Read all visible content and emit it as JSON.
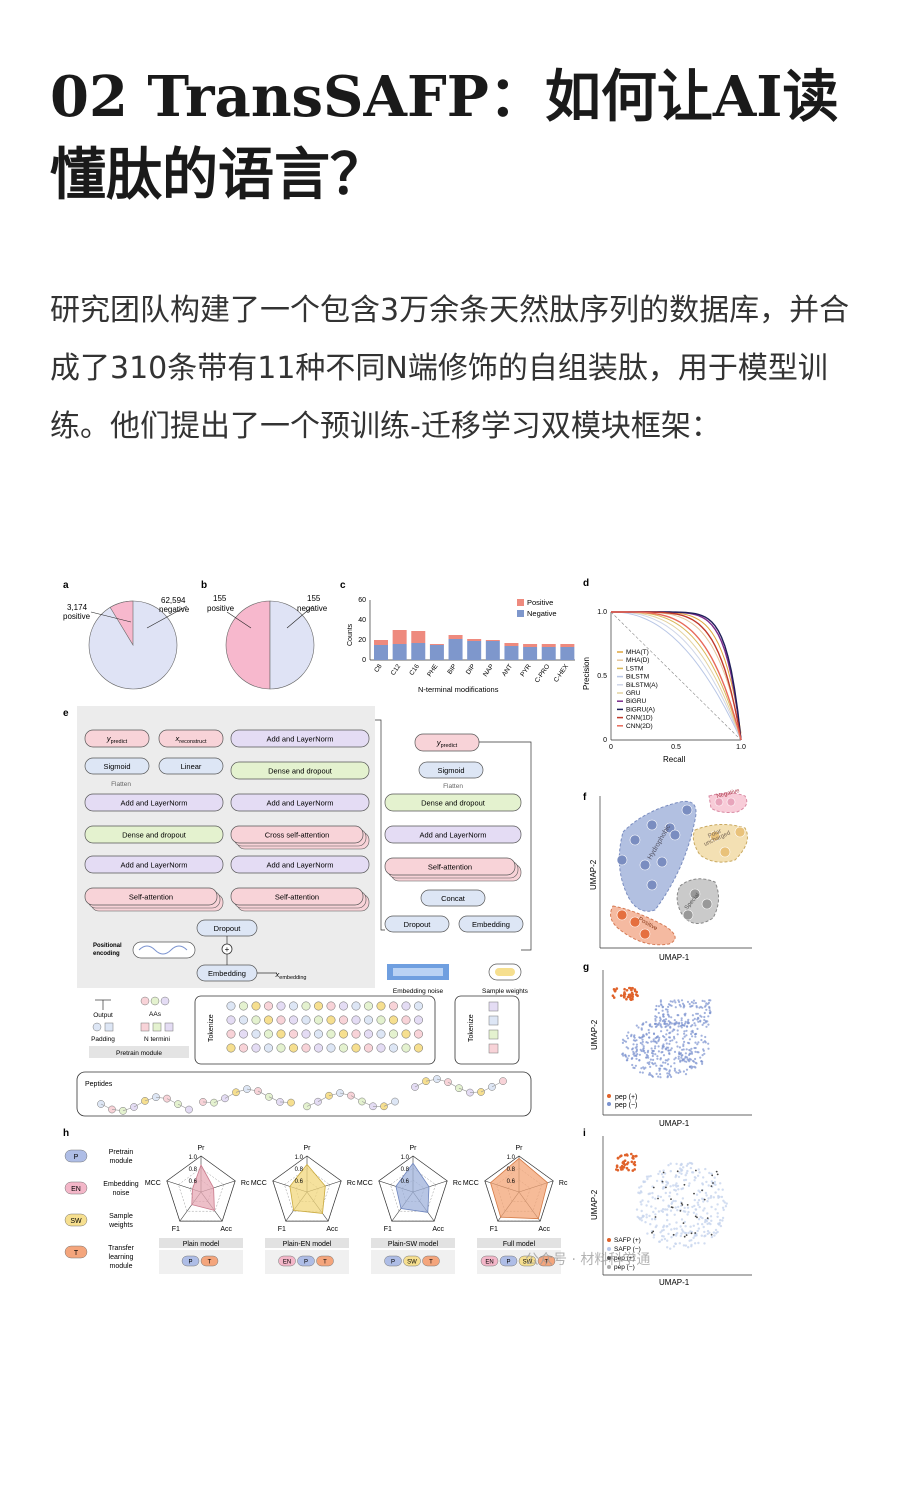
{
  "title": "02 TransSAFP：如何让AI读懂肽的语言？",
  "paragraph": "研究团队构建了一个包含3万余条天然肽序列的数据库，并合成了310条带有11种不同N端修饰的自组装肽，用于模型训练。他们提出了一个预训练-迁移学习双模块框架：",
  "figure": {
    "panel_a": {
      "letter": "a",
      "positive_label": "3,174\npositive",
      "negative_label": "62,594\nnegative",
      "pos_value": 3174,
      "neg_value": 62594,
      "pos_color": "#f7b8cd",
      "neg_color": "#dfe3f5"
    },
    "panel_b": {
      "letter": "b",
      "positive_label": "155\npositive",
      "negative_label": "155\nnegative",
      "pos_value": 155,
      "neg_value": 155
    },
    "panel_c": {
      "letter": "c",
      "xlabel": "N-terminal modifications",
      "ylabel": "Counts",
      "yticks": [
        "0",
        "20",
        "40",
        "60"
      ],
      "legend": [
        "Positive",
        "Negative"
      ],
      "colors": {
        "positive": "#ee8a7e",
        "negative": "#7e97cc"
      },
      "categories": [
        "C8",
        "C12",
        "C16",
        "PHE",
        "BIP",
        "DIP",
        "NAP",
        "ANT",
        "PYR",
        "C-PRO",
        "C-HEX"
      ]
    },
    "panel_d": {
      "letter": "d",
      "xlabel": "Recall",
      "ylabel": "Precision",
      "xticks": [
        "0",
        "0.5",
        "1.0"
      ],
      "yticks": [
        "0",
        "0.5",
        "1.0"
      ],
      "legend": [
        "MHA(T)",
        "MHA(D)",
        "LSTM",
        "BiLSTM",
        "BiLSTM(A)",
        "GRU",
        "BiGRU",
        "BiGRU(A)",
        "CNN(1D)",
        "CNN(2D)"
      ],
      "colors": [
        "#e0a63c",
        "#e6c69a",
        "#d9b95a",
        "#b9c7e6",
        "#cfd6e8",
        "#e3d2a0",
        "#7a2a8a",
        "#1f1f5a",
        "#c0392b",
        "#e86a5a"
      ]
    },
    "panel_e": {
      "letter": "e",
      "pretrain": {
        "y_predict": "y",
        "y_sub": "predict",
        "x_recon": "x",
        "x_sub": "reconstruct",
        "sigmoid": "Sigmoid",
        "linear": "Linear",
        "flatten": "Flatten",
        "add_norm": "Add and LayerNorm",
        "dense_dropout": "Dense and dropout",
        "cross_attn": "Cross self-attention",
        "self_attn": "Self-attention",
        "dropout": "Dropout",
        "positional": "Positional\nencoding",
        "embedding": "Embedding",
        "x_emb": "x",
        "x_emb_sub": "embedding"
      },
      "transfer": {
        "y_predict": "y",
        "y_sub": "predict",
        "sigmoid": "Sigmoid",
        "flatten": "Flatten",
        "dense_dropout": "Dense and dropout",
        "add_norm": "Add and LayerNorm",
        "self_attn": "Self-attention",
        "concat": "Concat",
        "dropout": "Dropout",
        "embedding": "Embedding",
        "emb_noise": "Embedding noise",
        "sample_weights": "Sample weights"
      },
      "legend": {
        "output": "Output",
        "aas": "AAs",
        "padding": "Padding",
        "ntermini": "N termini",
        "module": "Pretrain module"
      },
      "tokenize": "Tokenize",
      "peptides": "Peptides"
    },
    "panel_f": {
      "letter": "f",
      "xlabel": "UMAP-1",
      "ylabel": "UMAP-2",
      "groups": [
        "Hydrophobic",
        "Polar\nuncharged",
        "Special",
        "Positive",
        "Negative"
      ]
    },
    "panel_g": {
      "letter": "g",
      "xlabel": "UMAP-1",
      "ylabel": "UMAP-2",
      "legend": [
        "pep (+)",
        "pep (−)"
      ]
    },
    "panel_h": {
      "letter": "h",
      "legend": [
        {
          "tag": "P",
          "text": "Pretrain\nmodule",
          "color": "#aebde6"
        },
        {
          "tag": "EN",
          "text": "Embedding\nnoise",
          "color": "#f3b6c8"
        },
        {
          "tag": "SW",
          "text": "Sample\nweights",
          "color": "#f6df8f"
        },
        {
          "tag": "T",
          "text": "Transfer\nlearning\nmodule",
          "color": "#f4a57c"
        }
      ],
      "axes": [
        "Pr",
        "Rc",
        "Acc",
        "F1",
        "MCC"
      ],
      "ticks": [
        "0.6",
        "0.8",
        "1.0"
      ],
      "models": [
        {
          "name": "Plain model",
          "fill": "#e7a9b5",
          "stroke": "#c97a8c",
          "values": [
            0.85,
            0.62,
            0.78,
            0.66,
            0.55
          ],
          "chain": [
            "P",
            "T"
          ]
        },
        {
          "name": "Plain-EN model",
          "fill": "#f2d77c",
          "stroke": "#c9a93c",
          "values": [
            0.86,
            0.72,
            0.84,
            0.78,
            0.7
          ],
          "chain": [
            "EN",
            "P",
            "T"
          ]
        },
        {
          "name": "Plain-SW model",
          "fill": "#9fb2db",
          "stroke": "#6d84bd",
          "values": [
            0.88,
            0.68,
            0.82,
            0.74,
            0.7
          ],
          "chain": [
            "P",
            "SW",
            "T"
          ]
        },
        {
          "name": "Full model",
          "fill": "#f3a476",
          "stroke": "#d57a45",
          "values": [
            0.96,
            0.9,
            0.95,
            0.92,
            0.9
          ],
          "chain": [
            "EN",
            "P",
            "SW",
            "T"
          ]
        }
      ]
    },
    "panel_i": {
      "letter": "i",
      "xlabel": "UMAP-1",
      "ylabel": "UMAP-2",
      "legend": [
        "SAFP (+)",
        "SAFP (−)",
        "pep (+)",
        "pep (−)"
      ]
    },
    "watermark": "公众号 · 材料科学通"
  }
}
